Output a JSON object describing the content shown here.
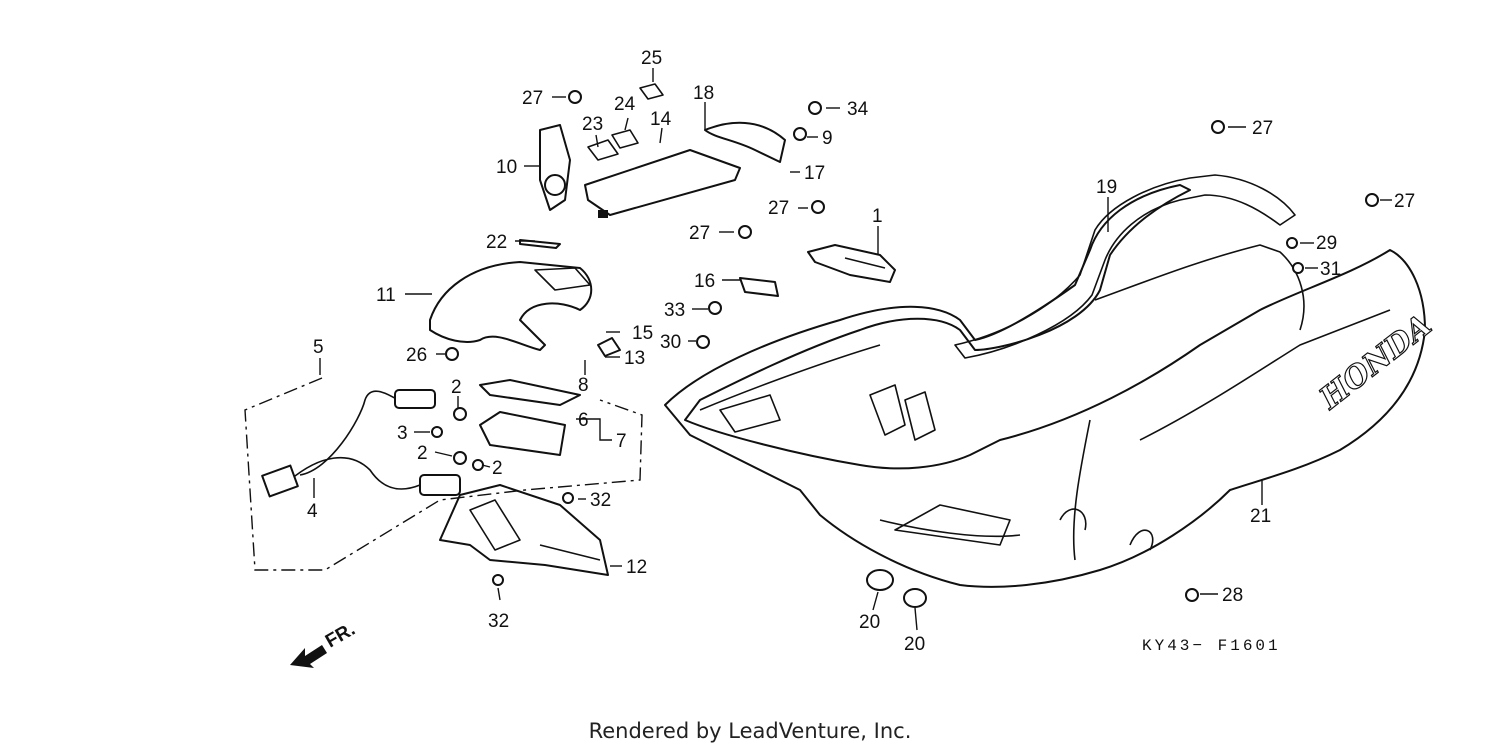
{
  "diagram": {
    "callouts": [
      {
        "id": "c25",
        "label": "25"
      },
      {
        "id": "c27a",
        "label": "27"
      },
      {
        "id": "c24",
        "label": "24"
      },
      {
        "id": "c23",
        "label": "23"
      },
      {
        "id": "c14",
        "label": "14"
      },
      {
        "id": "c18",
        "label": "18"
      },
      {
        "id": "c34",
        "label": "34"
      },
      {
        "id": "c9",
        "label": "9"
      },
      {
        "id": "c10",
        "label": "10"
      },
      {
        "id": "c17",
        "label": "17"
      },
      {
        "id": "c27b",
        "label": "27"
      },
      {
        "id": "c27c",
        "label": "27"
      },
      {
        "id": "c27d",
        "label": "27"
      },
      {
        "id": "c27e",
        "label": "27"
      },
      {
        "id": "c19",
        "label": "19"
      },
      {
        "id": "c1",
        "label": "1"
      },
      {
        "id": "c22",
        "label": "22"
      },
      {
        "id": "c29",
        "label": "29"
      },
      {
        "id": "c31",
        "label": "31"
      },
      {
        "id": "c16",
        "label": "16"
      },
      {
        "id": "c11",
        "label": "11"
      },
      {
        "id": "c33",
        "label": "33"
      },
      {
        "id": "c15",
        "label": "15"
      },
      {
        "id": "c30",
        "label": "30"
      },
      {
        "id": "c13",
        "label": "13"
      },
      {
        "id": "c5",
        "label": "5"
      },
      {
        "id": "c26",
        "label": "26"
      },
      {
        "id": "c8",
        "label": "8"
      },
      {
        "id": "c2a",
        "label": "2"
      },
      {
        "id": "c6",
        "label": "6"
      },
      {
        "id": "c3",
        "label": "3"
      },
      {
        "id": "c7",
        "label": "7"
      },
      {
        "id": "c2b",
        "label": "2"
      },
      {
        "id": "c2c",
        "label": "2"
      },
      {
        "id": "c4",
        "label": "4"
      },
      {
        "id": "c32a",
        "label": "32"
      },
      {
        "id": "c21",
        "label": "21"
      },
      {
        "id": "c12",
        "label": "12"
      },
      {
        "id": "c28",
        "label": "28"
      },
      {
        "id": "c20a",
        "label": "20"
      },
      {
        "id": "c32b",
        "label": "32"
      },
      {
        "id": "c20b",
        "label": "20"
      }
    ],
    "diagram_code": "KY43− F1601",
    "front_marker": "FR.",
    "body_logo": "HONDA",
    "credit": "Rendered by LeadVenture, Inc."
  }
}
